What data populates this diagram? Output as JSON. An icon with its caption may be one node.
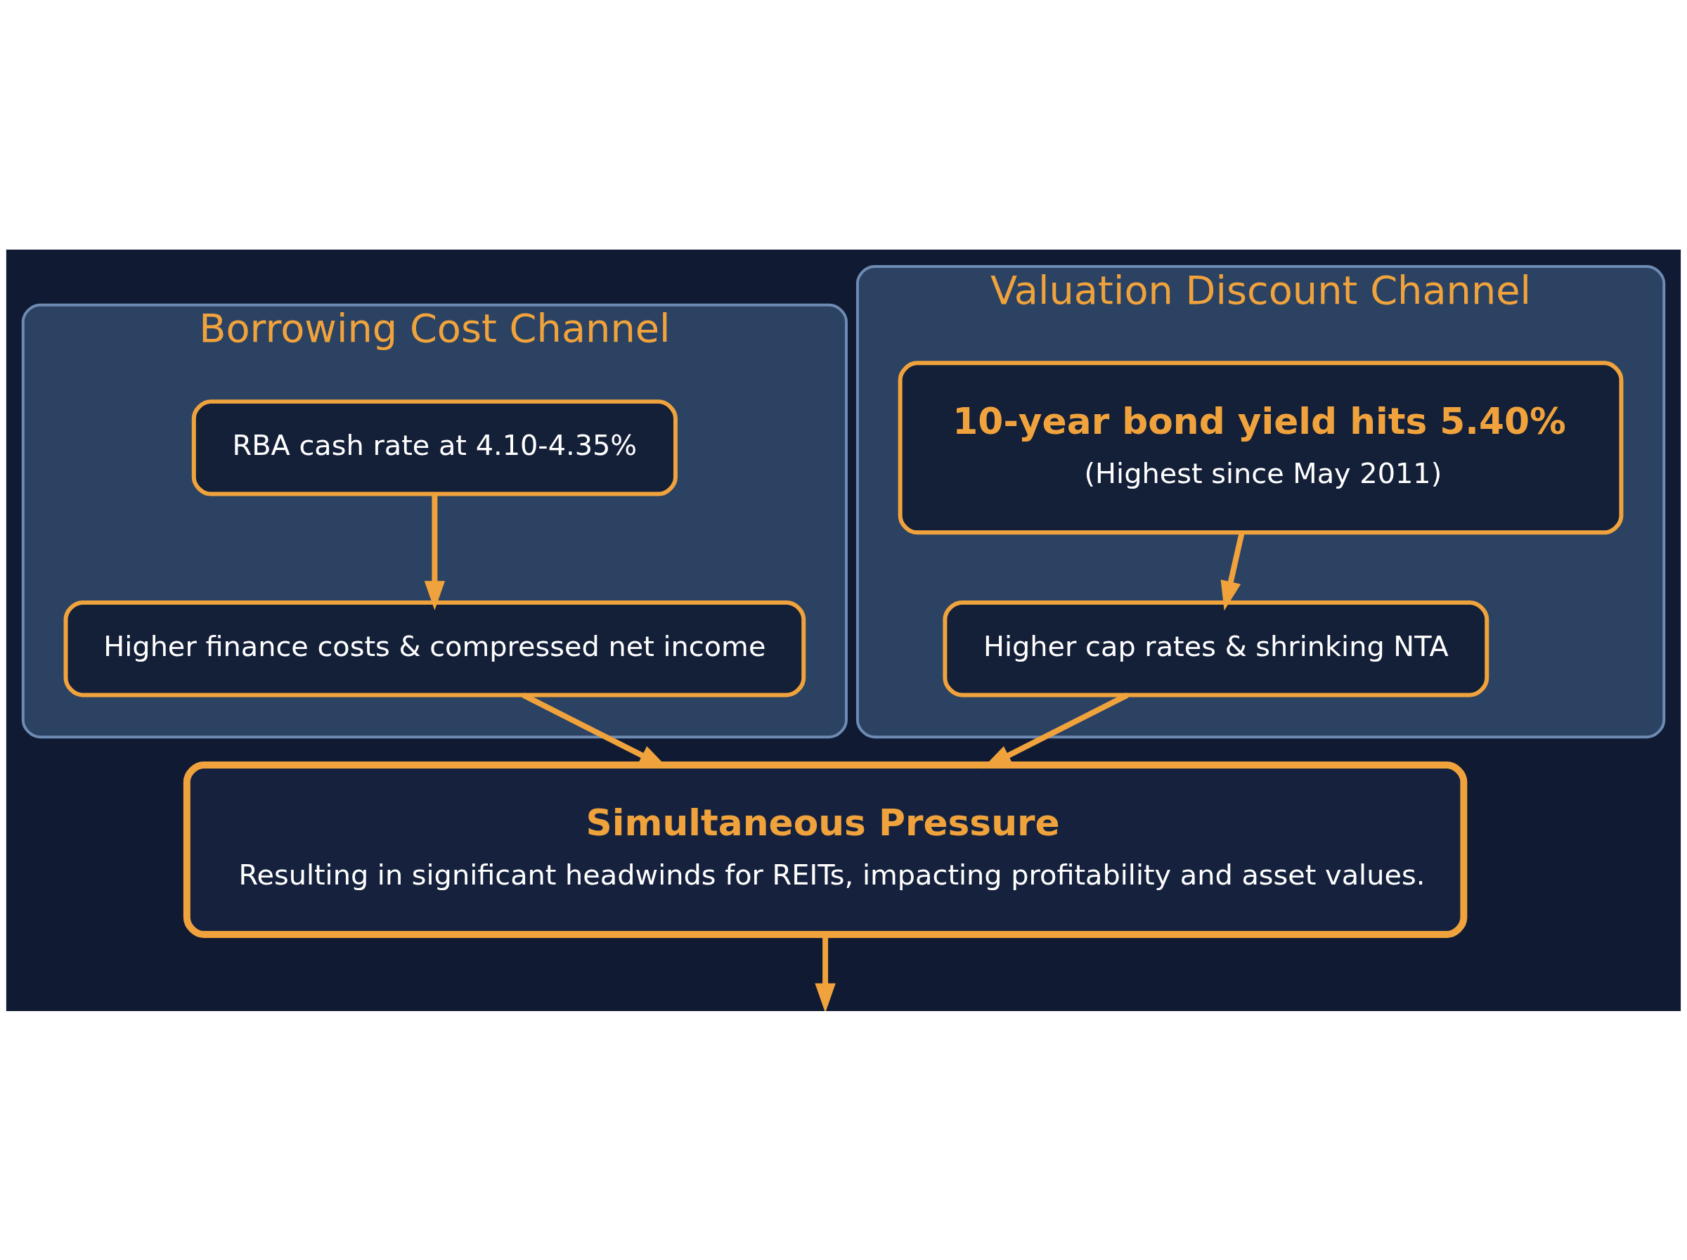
{
  "diagram": {
    "nodes": [
      {
        "text": [
          "Borrowing Cost Channel"
        ]
      },
      {
        "text": [
          "RBA cash rate at 4.10-4.35%"
        ],
        "in": 0
      },
      {
        "text": [
          "Higher finance costs & compressed net income"
        ],
        "in": 0
      },
      {
        "text": [
          "Valuation Discount Channel"
        ]
      },
      {
        "text": [
          "10-year bond yield hits 5.40%",
          "(Highest since May 2011)"
        ],
        "in": 3
      },
      {
        "text": [
          "Higher cap rates & shrinking NTA"
        ],
        "in": 3
      },
      {
        "text": [
          "Simultaneous Pressure",
          "Resulting in significant headwinds for REITs, impacting profitability and asset values."
        ]
      }
    ],
    "edges": [
      {
        "from": 1,
        "to": 2,
        "arrow": "to"
      },
      {
        "from": 4,
        "to": 5,
        "arrow": "to"
      },
      {
        "from": 2,
        "to": 6,
        "arrow": "to"
      },
      {
        "from": 5,
        "to": 6,
        "arrow": "to"
      },
      {
        "from": 6,
        "to": null,
        "arrow": "to"
      }
    ]
  }
}
